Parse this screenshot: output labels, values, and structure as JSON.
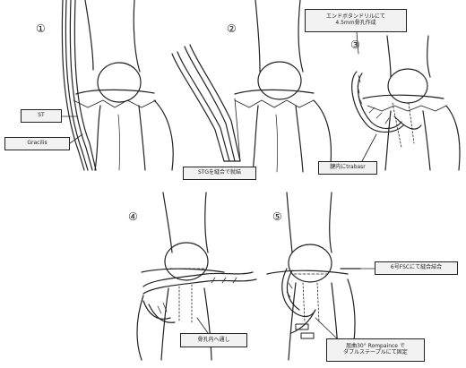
{
  "steps": [
    "①",
    "②",
    "③",
    "④",
    "⑤"
  ],
  "labels": {
    "st": "ST",
    "gracilis": "Gracilis",
    "step2_note": "STGを縫合で就結",
    "step3_top_line1": "エンドボタンドリルにて",
    "step3_top_line2": "4.5mm骨孔作成",
    "step3_bottom": "腱内にtrabasr",
    "step4_bottom": "骨孔内へ通し",
    "step5_right": "6号FSCにて縫合結合",
    "step5_bottom_line1": "屈曲30° Rompaince で",
    "step5_bottom_line2": "ダブルステープルにて固定"
  }
}
